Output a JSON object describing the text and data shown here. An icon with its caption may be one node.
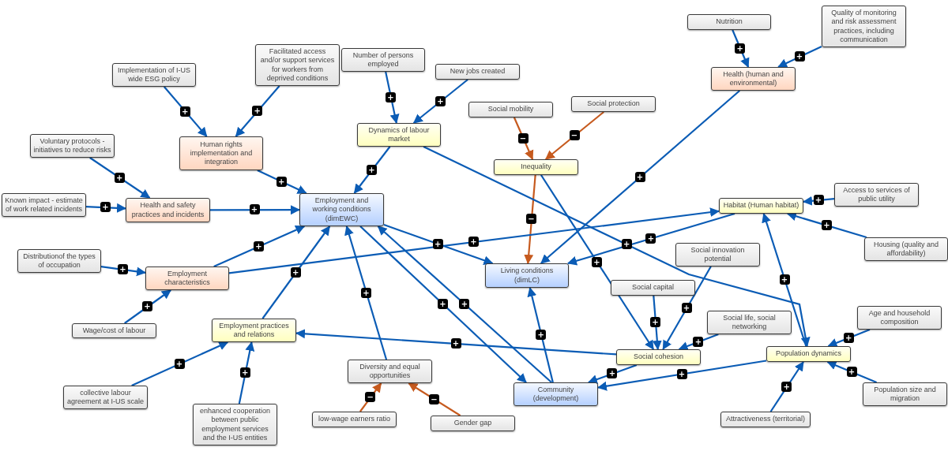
{
  "diagram": {
    "nodes": [
      {
        "text": [
          "Nutrition"
        ]
      },
      {
        "text": [
          "Quality of monitoring and risk assessment practices, including communication"
        ]
      },
      {
        "text": [
          "Implementation of I-US wide ESG policy"
        ]
      },
      {
        "text": [
          "Facilitated access and/or support services for workers from deprived conditions"
        ]
      },
      {
        "text": [
          "Number of persons employed"
        ]
      },
      {
        "text": [
          "New jobs created"
        ]
      },
      {
        "text": [
          "Health (human and environmental)"
        ]
      },
      {
        "text": [
          "Social mobility"
        ]
      },
      {
        "text": [
          "Social protection"
        ]
      },
      {
        "text": [
          "Dynamics of labour market"
        ]
      },
      {
        "text": [
          "Voluntary protocols - initiatives to reduce risks"
        ]
      },
      {
        "text": [
          "Human rights implementation and integration"
        ]
      },
      {
        "text": [
          "Inequality"
        ]
      },
      {
        "text": [
          "Access to services of public utility"
        ]
      },
      {
        "text": [
          "Known impact - estimate of work related incidents"
        ]
      },
      {
        "text": [
          "Health and safety practices and incidents"
        ]
      },
      {
        "text": [
          "Employment and working conditions (dimEWC)"
        ]
      },
      {
        "text": [
          "Habitat (Human habitat)"
        ]
      },
      {
        "text": [
          "Housing (quality and affordability)"
        ]
      },
      {
        "text": [
          "Distributionof the types of occupation"
        ]
      },
      {
        "text": [
          "Social innovation potential"
        ]
      },
      {
        "text": [
          "Employment characteristics"
        ]
      },
      {
        "text": [
          "Living conditions (dimLC)"
        ]
      },
      {
        "text": [
          "Social capital"
        ]
      },
      {
        "text": [
          "Wage/cost of labour"
        ]
      },
      {
        "text": [
          "Employment practices and relations"
        ]
      },
      {
        "text": [
          "Age and household composition"
        ]
      },
      {
        "text": [
          "Social life, social networking"
        ]
      },
      {
        "text": [
          "Social cohesion"
        ]
      },
      {
        "text": [
          "Population dynamics"
        ]
      },
      {
        "text": [
          "Diversity and equal opportunities"
        ]
      },
      {
        "text": [
          "collective labour agreement at I-US scale"
        ]
      },
      {
        "text": [
          "Community (development)"
        ]
      },
      {
        "text": [
          "Population size and migration"
        ]
      },
      {
        "text": [
          "low-wage earners ratio"
        ]
      },
      {
        "text": [
          "Gender gap"
        ]
      },
      {
        "text": [
          "Attractiveness (territorial)"
        ]
      },
      {
        "text": [
          "enhanced cooperation between public employment services and the I-US entities"
        ]
      }
    ],
    "edges": [
      {
        "from": 0,
        "to": 6,
        "arrow": "to",
        "label": "+"
      },
      {
        "from": 1,
        "to": 6,
        "arrow": "to",
        "label": "+"
      },
      {
        "from": 2,
        "to": 11,
        "arrow": "to",
        "label": "+"
      },
      {
        "from": 3,
        "to": 11,
        "arrow": "to",
        "label": "+"
      },
      {
        "from": 4,
        "to": 9,
        "arrow": "to",
        "label": "+"
      },
      {
        "from": 5,
        "to": 9,
        "arrow": "to",
        "label": "+"
      },
      {
        "from": 7,
        "to": 12,
        "arrow": "to",
        "label": "−",
        "color": "#c65a1e"
      },
      {
        "from": 8,
        "to": 12,
        "arrow": "to",
        "label": "−",
        "color": "#c65a1e"
      },
      {
        "from": 9,
        "to": 16,
        "arrow": "to",
        "label": "+"
      },
      {
        "from": 10,
        "to": 15,
        "arrow": "to",
        "label": "+"
      },
      {
        "from": 11,
        "to": 16,
        "arrow": "to",
        "label": "+"
      },
      {
        "from": 14,
        "to": 15,
        "arrow": "to",
        "label": "+"
      },
      {
        "from": 15,
        "to": 16,
        "arrow": "to",
        "label": "+"
      },
      {
        "from": 12,
        "to": 22,
        "arrow": "to",
        "label": "−",
        "color": "#c65a1e"
      },
      {
        "from": 6,
        "to": 22,
        "arrow": "to",
        "label": "+"
      },
      {
        "from": 17,
        "to": 22,
        "arrow": "to",
        "label": "+"
      },
      {
        "from": 21,
        "to": 17,
        "arrow": "to",
        "label": "+"
      },
      {
        "from": 16,
        "to": 22,
        "arrow": "to",
        "label": "+"
      },
      {
        "from": 9,
        "to": 29,
        "arrow": "to",
        "label": "+"
      },
      {
        "from": 12,
        "to": 28,
        "arrow": "to",
        "label": "+"
      },
      {
        "from": 29,
        "to": 17,
        "arrow": "to",
        "label": "+"
      },
      {
        "from": 18,
        "to": 17,
        "arrow": "to",
        "label": "+"
      },
      {
        "from": 13,
        "to": 17,
        "arrow": "to",
        "label": "+"
      },
      {
        "from": 16,
        "to": 32,
        "arrow": "to",
        "label": "+"
      },
      {
        "from": 32,
        "to": 16,
        "arrow": "to",
        "label": "+"
      },
      {
        "from": 30,
        "to": 16,
        "arrow": "to",
        "label": "+"
      },
      {
        "from": 25,
        "to": 16,
        "arrow": "to",
        "label": "+"
      },
      {
        "from": 21,
        "to": 16,
        "arrow": "to",
        "label": "+"
      },
      {
        "from": 19,
        "to": 21,
        "arrow": "to",
        "label": "+"
      },
      {
        "from": 24,
        "to": 21,
        "arrow": "to",
        "label": "+"
      },
      {
        "from": 31,
        "to": 25,
        "arrow": "to",
        "label": "+"
      },
      {
        "from": 37,
        "to": 25,
        "arrow": "to",
        "label": "+"
      },
      {
        "from": 28,
        "to": 25,
        "arrow": "to",
        "label": "+"
      },
      {
        "from": 34,
        "to": 30,
        "arrow": "to",
        "label": "−",
        "color": "#c65a1e"
      },
      {
        "from": 35,
        "to": 30,
        "arrow": "to",
        "label": "−",
        "color": "#c65a1e"
      },
      {
        "from": 32,
        "to": 22,
        "arrow": "to",
        "label": "+"
      },
      {
        "from": 23,
        "to": 28,
        "arrow": "to",
        "label": "+"
      },
      {
        "from": 20,
        "to": 28,
        "arrow": "to",
        "label": "+"
      },
      {
        "from": 27,
        "to": 28,
        "arrow": "to",
        "label": "+"
      },
      {
        "from": 28,
        "to": 32,
        "arrow": "to",
        "label": "+"
      },
      {
        "from": 29,
        "to": 32,
        "arrow": "to",
        "label": "+"
      },
      {
        "from": 26,
        "to": 29,
        "arrow": "to",
        "label": "+"
      },
      {
        "from": 33,
        "to": 29,
        "arrow": "to",
        "label": "+"
      },
      {
        "from": 36,
        "to": 29,
        "arrow": "to",
        "label": "+"
      }
    ]
  }
}
